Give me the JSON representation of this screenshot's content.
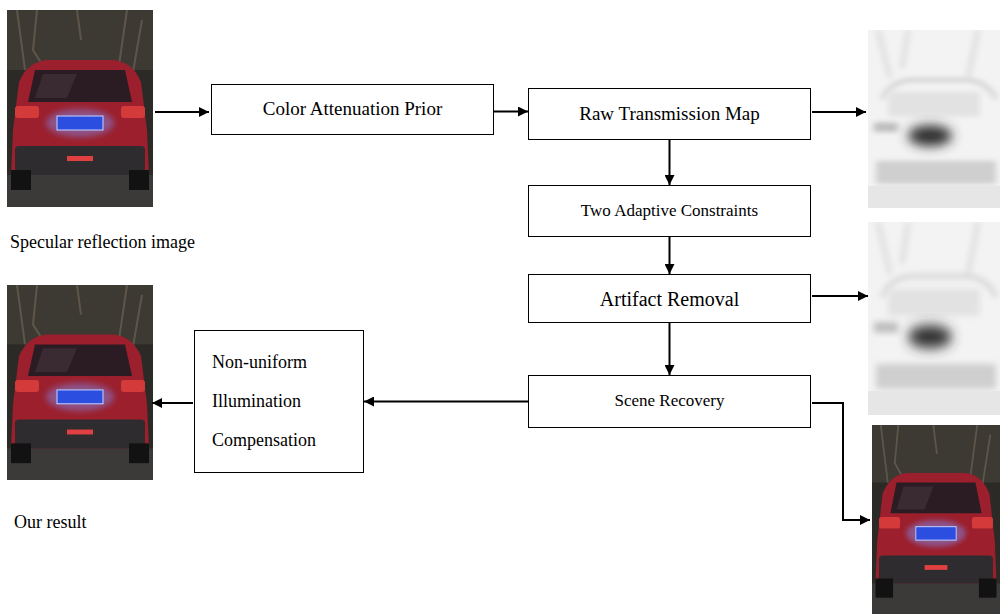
{
  "diagram": {
    "nodes": [
      {
        "text": [
          "Color Attenuation Prior"
        ]
      },
      {
        "text": [
          "Raw Transmission Map"
        ]
      },
      {
        "text": [
          "Two Adaptive Constraints"
        ]
      },
      {
        "text": [
          "Artifact Removal"
        ]
      },
      {
        "text": [
          "Scene Recovery"
        ]
      },
      {
        "text": [
          "Non-uniform Illumination Compensation"
        ]
      }
    ],
    "edges": [
      {
        "from": 0,
        "to": 1,
        "arrow": "to"
      },
      {
        "from": 1,
        "to": 2,
        "arrow": "to"
      },
      {
        "from": 2,
        "to": 3,
        "arrow": "to"
      },
      {
        "from": 3,
        "to": 4,
        "arrow": "to"
      },
      {
        "from": 4,
        "to": 5,
        "arrow": "to"
      }
    ],
    "labels": [
      "Specular reflection image",
      "Our result"
    ]
  }
}
